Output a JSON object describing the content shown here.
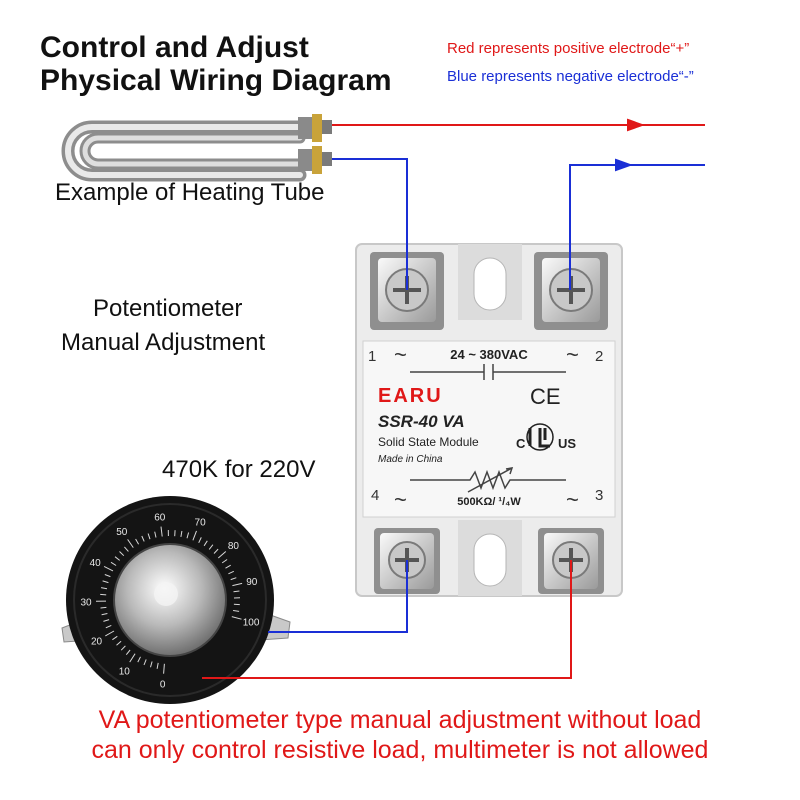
{
  "title": {
    "line1": "Control and Adjust",
    "line2": "Physical Wiring Diagram"
  },
  "legend": {
    "red": {
      "text": "Red represents positive electrode“+”",
      "color": "#e01818"
    },
    "blue": {
      "text": "Blue represents negative electrode“-”",
      "color": "#1a2fd6"
    }
  },
  "heating_tube_label": "Example of Heating Tube",
  "potentiometer_label": {
    "line1": "Potentiometer",
    "line2": "Manual Adjustment"
  },
  "resistance_label": "470K for 220V",
  "relay": {
    "brand": "EARU",
    "model": "SSR-40 VA",
    "description": "Solid State Module",
    "origin": "Made in China",
    "voltage": "24 ~ 380VAC",
    "rating": "500KΩ/ ¹/₄W",
    "ce_mark": "CE",
    "ul_left": "C",
    "ul_right": "US",
    "terminals": {
      "t1": "1",
      "t2": "2",
      "t3": "3",
      "t4": "4",
      "tilde": "~"
    }
  },
  "dial": {
    "scale": [
      "0",
      "10",
      "20",
      "30",
      "40",
      "50",
      "60",
      "70",
      "80",
      "90",
      "100"
    ]
  },
  "warning": {
    "line1": "VA potentiometer type manual adjustment without load",
    "line2": "can only control resistive load, multimeter is not allowed"
  },
  "colors": {
    "positive": "#e01818",
    "negative": "#1a2fd6",
    "relay_body": "#ececec",
    "dial_face": "#141414"
  }
}
